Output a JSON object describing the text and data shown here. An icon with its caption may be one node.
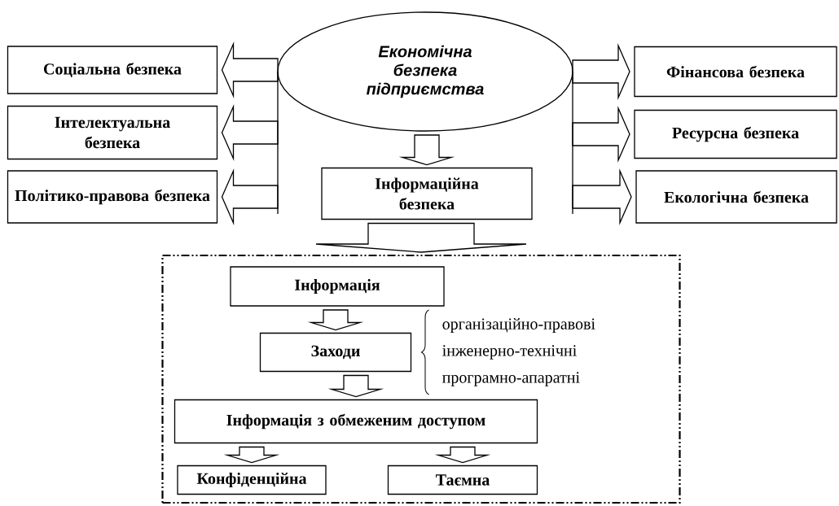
{
  "diagram": {
    "nodes": [
      {
        "text": [
          "Економічна безпека підприємства"
        ]
      },
      {
        "text": [
          "Соціальна безпека"
        ]
      },
      {
        "text": [
          "Інтелектуальна безпека"
        ]
      },
      {
        "text": [
          "Політико-правова безпека"
        ]
      },
      {
        "text": [
          "Фінансова безпека"
        ]
      },
      {
        "text": [
          "Ресурсна безпека"
        ]
      },
      {
        "text": [
          "Екологічна безпека"
        ]
      },
      {
        "text": [
          "Інформаційна безпека"
        ]
      },
      {
        "text": [],
        "shape": "box"
      },
      {
        "text": [
          "Інформація"
        ],
        "in": 8
      },
      {
        "text": [
          "Заходи"
        ],
        "in": 8,
        "beside": [
          "організаційно-правові",
          "інженерно-технічні",
          "програмно-апаратні"
        ]
      },
      {
        "text": [
          "Інформація з обмеженим доступом"
        ],
        "in": 8
      },
      {
        "text": [
          "Конфіденційна"
        ],
        "in": 8
      },
      {
        "text": [
          "Таємна"
        ],
        "in": 8
      }
    ],
    "edges": [
      {
        "from": 0,
        "to": 1,
        "arrow": "to"
      },
      {
        "from": 0,
        "to": 2,
        "arrow": "to"
      },
      {
        "from": 0,
        "to": 3,
        "arrow": "to"
      },
      {
        "from": 0,
        "to": 4,
        "arrow": "to"
      },
      {
        "from": 0,
        "to": 5,
        "arrow": "to"
      },
      {
        "from": 0,
        "to": 6,
        "arrow": "to"
      },
      {
        "from": 0,
        "to": 7,
        "arrow": "to"
      },
      {
        "from": 7,
        "to": 8,
        "arrow": "to"
      },
      {
        "from": 9,
        "to": 10,
        "arrow": "to"
      },
      {
        "from": 10,
        "to": 11,
        "arrow": "to"
      },
      {
        "from": 11,
        "to": 12,
        "arrow": "to"
      },
      {
        "from": 11,
        "to": 13,
        "arrow": "to"
      }
    ]
  }
}
